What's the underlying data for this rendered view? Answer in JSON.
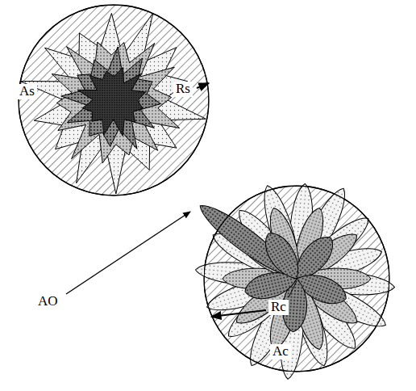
{
  "diagram": {
    "nodes": [
      {
        "text": [
          "As",
          "Rs"
        ]
      },
      {
        "text": [
          "Rc",
          "Ac"
        ]
      }
    ],
    "labels": [
      "AO"
    ]
  }
}
